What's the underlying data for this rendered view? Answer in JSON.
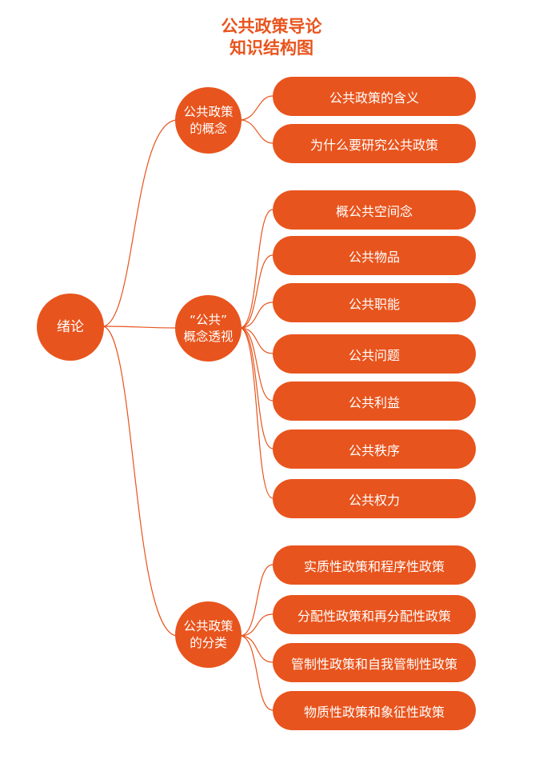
{
  "title": {
    "line1": "公共政策导论",
    "line2": "知识结构图"
  },
  "root": "绪论",
  "branches": [
    {
      "line1": "公共政策",
      "line2": "的概念",
      "items": [
        "公共政策的含义",
        "为什么要研究公共政策"
      ]
    },
    {
      "line1": "“公共”",
      "line2": "概念透视",
      "items": [
        "概公共空间念",
        "公共物品",
        "公共职能",
        "公共问题",
        "公共利益",
        "公共秩序",
        "公共权力"
      ]
    },
    {
      "line1": "公共政策",
      "line2": "的分类",
      "items": [
        "实质性政策和程序性政策",
        "分配性政策和再分配性政策",
        "管制性政策和自我管制性政策",
        "物质性政策和象征性政策"
      ]
    }
  ],
  "colors": {
    "accent": "#e8541d",
    "background": "#ffffff",
    "text_on_accent": "#ffffff"
  }
}
